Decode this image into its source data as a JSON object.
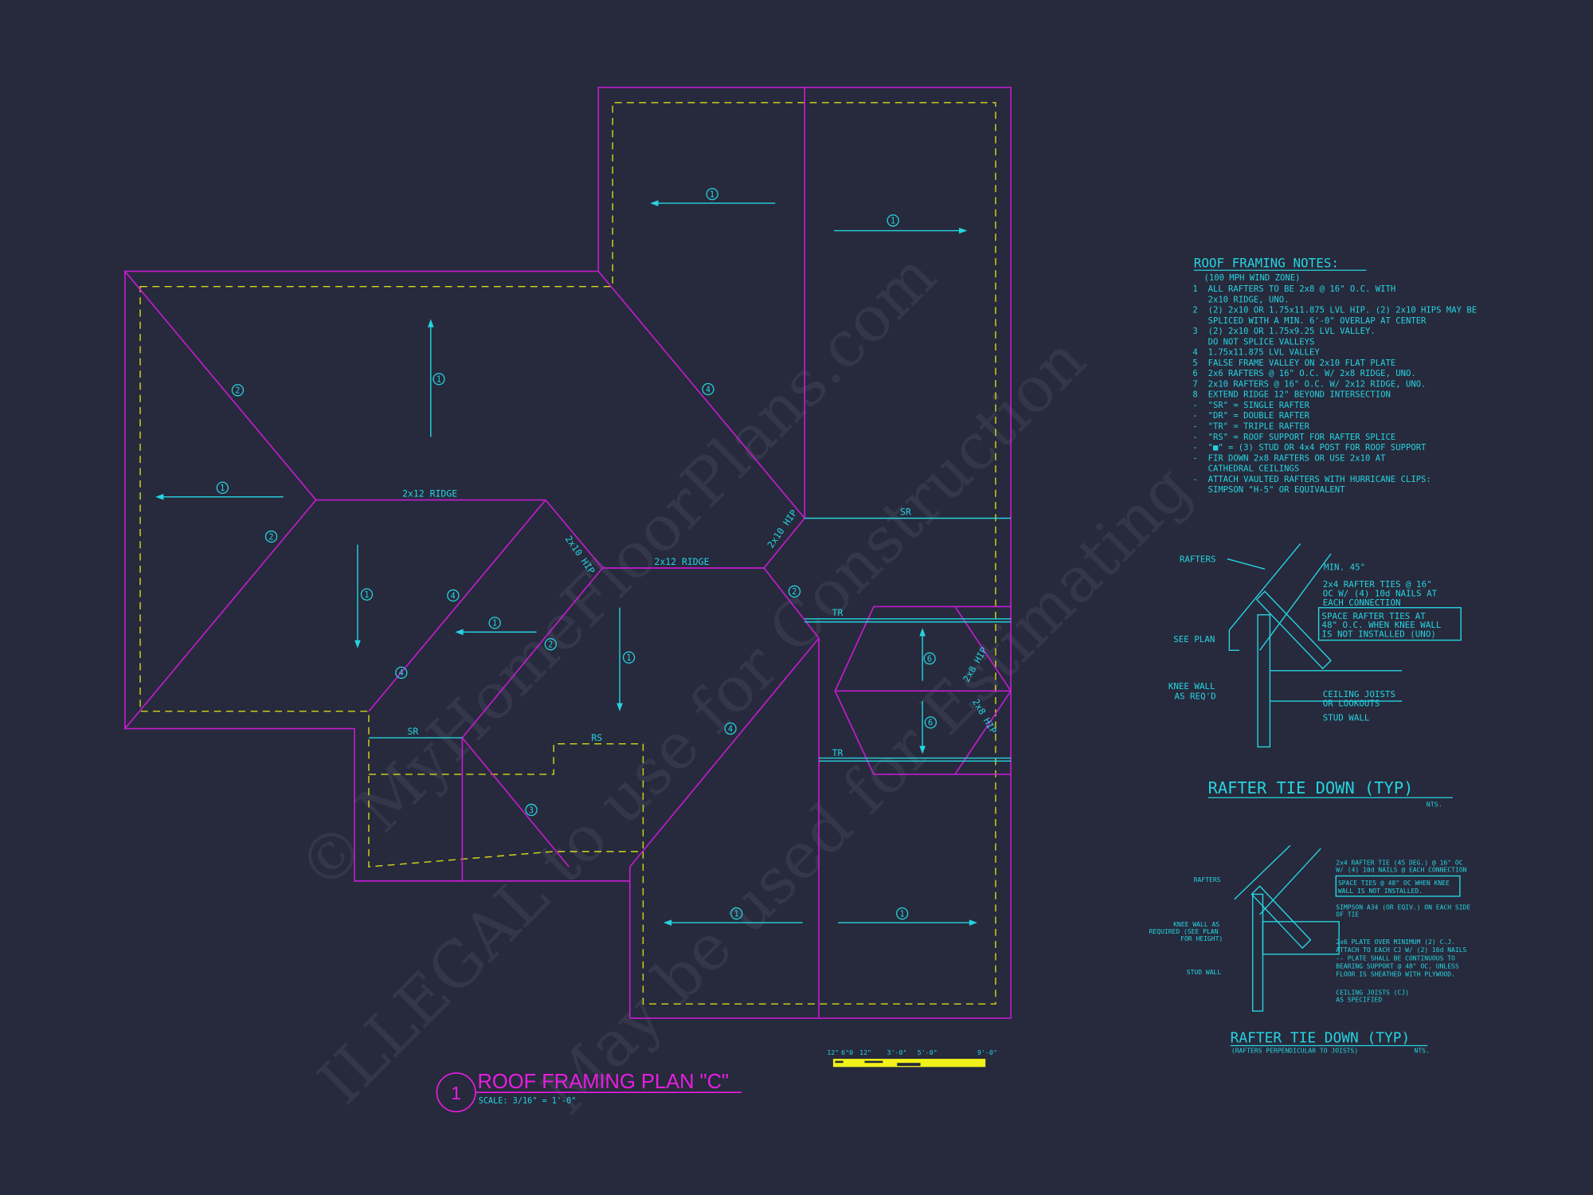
{
  "plan": {
    "title": "ROOF FRAMING PLAN \"C\"",
    "number": "1",
    "scale": "SCALE: 3/16\" = 1'-0\"",
    "labels": {
      "ridge_left": "2x12 RIDGE",
      "ridge_center": "2x12 RIDGE",
      "hip_a": "2x10 HIP",
      "hip_b": "2x10 HIP",
      "hip_c": "2x8 HIP",
      "hip_d": "2x8 HIP",
      "sr_right": "SR",
      "sr_left": "SR",
      "tr_top": "TR",
      "tr_bottom": "TR",
      "rs": "RS"
    },
    "callouts": [
      "1",
      "1",
      "1",
      "1",
      "2",
      "2",
      "2",
      "4",
      "4",
      "4",
      "1",
      "1",
      "1",
      "2",
      "4",
      "3",
      "6",
      "6",
      "1",
      "1"
    ]
  },
  "scale_bar": {
    "ticks": [
      "12\"",
      "6\"0",
      "12\"",
      "3'-0\"",
      "5'-0\"",
      "9'-0\""
    ],
    "color": "#f2f21a"
  },
  "notes": {
    "title": "ROOF FRAMING NOTES:",
    "subtitle": "(100 MPH WIND ZONE)",
    "items": [
      {
        "mark": "1",
        "text": "ALL RAFTERS TO BE 2x8 @ 16\" O.C. WITH",
        "text2": "2x10 RIDGE, UNO."
      },
      {
        "mark": "2",
        "text": "(2) 2x10 OR 1.75x11.875 LVL HIP. (2) 2x10 HIPS MAY BE",
        "text2": "SPLICED WITH A MIN. 6'-0\" OVERLAP AT CENTER"
      },
      {
        "mark": "3",
        "text": "(2) 2x10 OR 1.75x9.25 LVL VALLEY.",
        "text2": "DO NOT SPLICE VALLEYS"
      },
      {
        "mark": "4",
        "text": "1.75x11.875 LVL VALLEY",
        "text2": ""
      },
      {
        "mark": "5",
        "text": "FALSE FRAME VALLEY ON 2x10 FLAT PLATE",
        "text2": ""
      },
      {
        "mark": "6",
        "text": "2x6 RAFTERS @ 16\" O.C. W/ 2x8 RIDGE, UNO.",
        "text2": ""
      },
      {
        "mark": "7",
        "text": "2x10 RAFTERS @ 16\" O.C. W/ 2x12 RIDGE, UNO.",
        "text2": ""
      },
      {
        "mark": "8",
        "text": "EXTEND RIDGE 12\" BEYOND INTERSECTION",
        "text2": ""
      },
      {
        "mark": "-",
        "text": "\"SR\" = SINGLE RAFTER",
        "text2": ""
      },
      {
        "mark": "-",
        "text": "\"DR\" = DOUBLE RAFTER",
        "text2": ""
      },
      {
        "mark": "-",
        "text": "\"TR\" = TRIPLE RAFTER",
        "text2": ""
      },
      {
        "mark": "-",
        "text": "\"RS\" = ROOF SUPPORT FOR RAFTER SPLICE",
        "text2": ""
      },
      {
        "mark": "-",
        "text": "\"■\" = (3) STUD OR 4x4 POST FOR ROOF SUPPORT",
        "text2": ""
      },
      {
        "mark": "-",
        "text": "FIR DOWN 2x8 RAFTERS OR USE 2x10 AT",
        "text2": "CATHEDRAL CEILINGS"
      },
      {
        "mark": "-",
        "text": "ATTACH VAULTED RAFTERS WITH HURRICANE CLIPS:",
        "text2": "SIMPSON \"H-5\" OR EQUIVALENT"
      }
    ]
  },
  "detail1": {
    "title": "RAFTER TIE DOWN (TYP)",
    "nts": "NTS.",
    "rafters": "RAFTERS",
    "min45": "MIN. 45°",
    "ties": [
      "2x4 RAFTER TIES @ 16\"",
      "OC W/ (4) 10d NAILS AT",
      "EACH CONNECTION"
    ],
    "space": [
      "SPACE RAFTER TIES AT",
      "48\" O.C. WHEN KNEE WALL",
      "IS NOT INSTALLED (UNO)"
    ],
    "see_plan": "SEE PLAN",
    "knee": [
      "KNEE WALL",
      "AS REQ'D"
    ],
    "joists": [
      "CEILING JOISTS",
      "OR LOOKOUTS"
    ],
    "stud": "STUD WALL"
  },
  "detail2": {
    "title": "RAFTER TIE DOWN (TYP)",
    "subtitle": "(RAFTERS PERPENDICULAR TO JOISTS)",
    "nts": "NTS.",
    "rafters": "RAFTERS",
    "tie": [
      "2x4 RAFTER TIE (45 DEG.) @ 16\" OC",
      "W/ (4) 10d NAILS @ EACH CONNECTION"
    ],
    "space": [
      "SPACE TIES @ 48\" OC WHEN KNEE",
      "WALL IS NOT INSTALLED."
    ],
    "simpson": [
      "SIMPSON A34 (OR EQIV.) ON EACH SIDE",
      "OF TIE"
    ],
    "knee": [
      "KNEE WALL AS",
      "REQUIRED (SEE PLAN",
      "FOR HEIGHT)"
    ],
    "plate": [
      "2x6 PLATE OVER MINIMUM (2) C.J.",
      "ATTACH TO EACH CJ W/ (2) 16d NAILS",
      "-- PLATE SHALL BE CONTINUOUS TO",
      "BEARING SUPPORT @ 48\" OC, UNLESS",
      "FLOOR IS SHEATHED WITH PLYWOOD."
    ],
    "stud": "STUD WALL",
    "cj": [
      "CEILING JOISTS (CJ)",
      "AS SPECIFIED"
    ]
  },
  "watermark": [
    "© MyHomeFloorPlans.com",
    "ILLEGAL to use for Construction",
    "May be used for Estimating"
  ],
  "colors": {
    "background": "#262a3c",
    "cyan": "#27d3e0",
    "magenta": "#e81ee0",
    "yellow": "#d8d81a"
  }
}
